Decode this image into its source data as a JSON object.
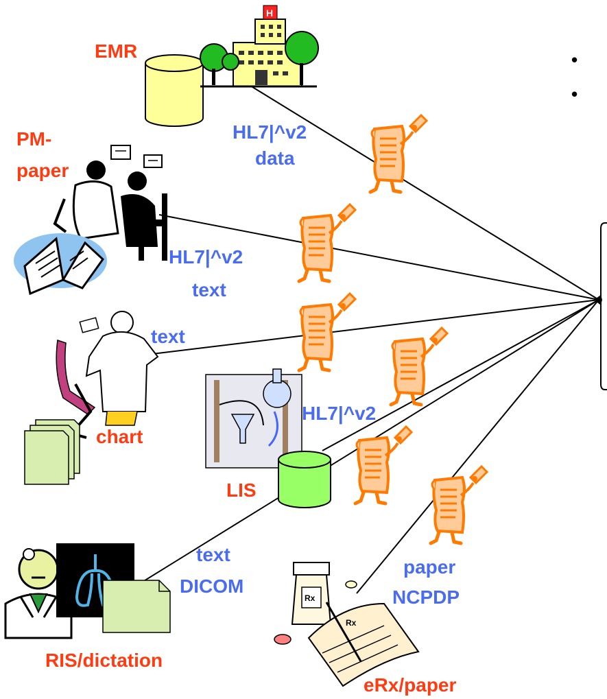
{
  "colors": {
    "source_label": "#ff3b12",
    "link_label": "#4a6cf0",
    "document_fill": "#ffcc99",
    "document_stroke": "#ff7a00",
    "emr_db_fill": "#ffff99",
    "lis_db_fill": "#99ff66"
  },
  "sources": {
    "emr": "EMR",
    "pm_line1": "PM-",
    "pm_line2": "paper",
    "chart": "chart",
    "lis": "LIS",
    "ris": "RIS/dictation",
    "erx": "eRx/paper"
  },
  "links": {
    "emr_line1": "HL7|^v2",
    "emr_line2": "data",
    "pm_line1": "HL7|^v2",
    "pm_line2": "text",
    "dental": "text",
    "lis": "HL7|^v2",
    "ris_line1": "text",
    "ris_line2": "DICOM",
    "erx_line1": "paper",
    "erx_line2": "NCPDP"
  },
  "bullets": [
    "•",
    "•"
  ],
  "icons": [
    "hospital-icon",
    "database-icon",
    "doctor-patient-icon",
    "document-icon",
    "dentist-icon",
    "lab-equipment-icon",
    "radiologist-icon",
    "xray-lungs-icon",
    "prescription-icon",
    "paper-stack-icon"
  ]
}
